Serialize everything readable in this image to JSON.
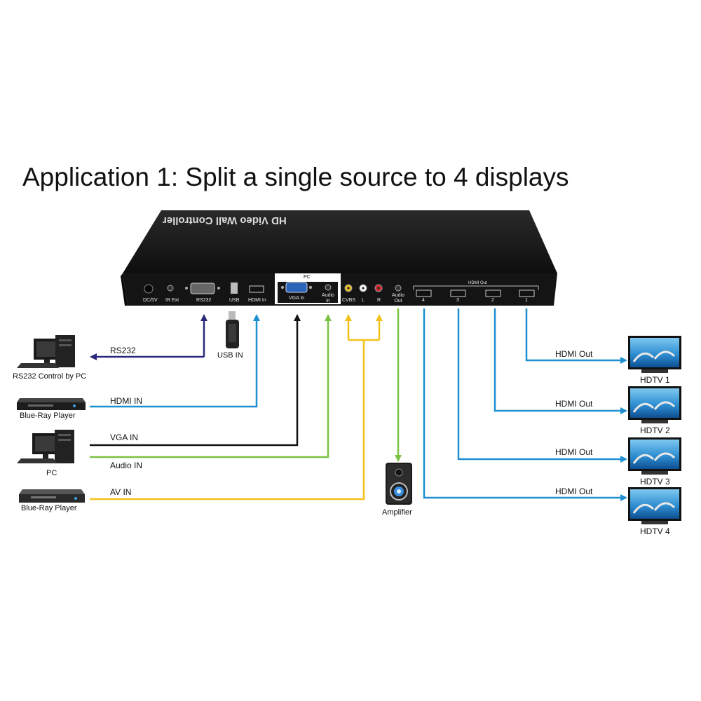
{
  "title": "Application 1: Split a single source to 4 displays",
  "device": {
    "brand_text": "HD Video Wall Controller",
    "ports": {
      "dc": "DC/5V",
      "ir": "IR Ext",
      "rs232": "RS232",
      "usb": "USB",
      "hdmi_in": "HDMI In",
      "pc_group": "PC",
      "vga_in": "VGA In",
      "audio_in": "Audio In",
      "cvbs": "CVBS",
      "l": "L",
      "r": "R",
      "audio_out": "Audio Out",
      "hdmi_out_group": "HDMI Out",
      "out4": "4",
      "out3": "3",
      "out2": "2",
      "out1": "1"
    }
  },
  "sources": {
    "rs232_pc": "RS232 Control by PC",
    "bluray1": "Blue-Ray Player",
    "pc": "PC",
    "bluray2": "Blue-Ray Player",
    "usb": "USB IN",
    "amplifier": "Amplifier"
  },
  "connections": {
    "rs232": "RS232",
    "hdmi_in": "HDMI IN",
    "vga_in": "VGA IN",
    "audio_in": "Audio IN",
    "av_in": "AV IN",
    "hdmi_out_1": "HDMI Out",
    "hdmi_out_2": "HDMI Out",
    "hdmi_out_3": "HDMI Out",
    "hdmi_out_4": "HDMI Out"
  },
  "displays": [
    "HDTV 1",
    "HDTV 2",
    "HDTV 3",
    "HDTV 4"
  ],
  "colors": {
    "rs232": "#2b2a7a",
    "hdmi": "#1e8fd0",
    "vga": "#111111",
    "audio": "#7cc242",
    "av": "#f2c21b"
  }
}
